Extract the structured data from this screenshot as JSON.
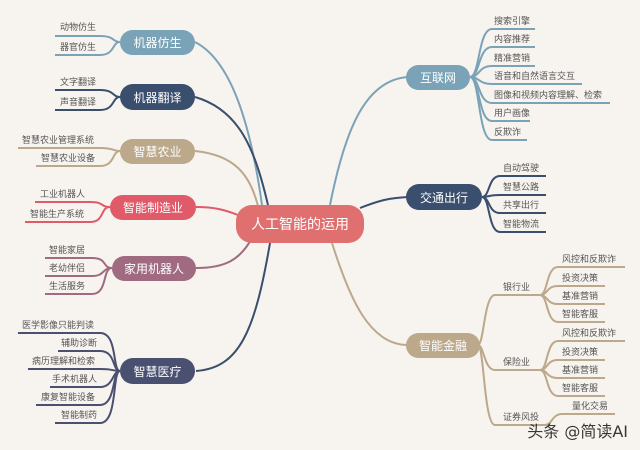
{
  "colors": {
    "background": "#f7f3ee",
    "root": "#e07070",
    "bionics": "#7aa3b8",
    "translation": "#3a4e6e",
    "agriculture": "#bca88a",
    "manufacturing": "#e05a6a",
    "home_robot": "#a06a80",
    "medical": "#4a5070",
    "internet": "#7aa3b8",
    "transport": "#3a4e6e",
    "finance": "#bca88a"
  },
  "root": {
    "label": "人工智能的运用"
  },
  "left": {
    "bionics": {
      "label": "机器仿生",
      "children": [
        "动物仿生",
        "器官仿生"
      ]
    },
    "translation": {
      "label": "机器翻译",
      "children": [
        "文字翻译",
        "声音翻译"
      ]
    },
    "agriculture": {
      "label": "智慧农业",
      "children": [
        "智慧农业管理系统",
        "智慧农业设备"
      ]
    },
    "manufacturing": {
      "label": "智能制造业",
      "children": [
        "工业机器人",
        "智能生产系统"
      ]
    },
    "home_robot": {
      "label": "家用机器人",
      "children": [
        "智能家居",
        "老幼伴侣",
        "生活服务"
      ]
    },
    "medical": {
      "label": "智慧医疗",
      "children": [
        "医学影像只能判读",
        "辅助诊断",
        "病历理解和检索",
        "手术机器人",
        "康复智能设备",
        "智能制药"
      ]
    }
  },
  "right": {
    "internet": {
      "label": "互联网",
      "children": [
        "搜索引擎",
        "内容推荐",
        "精准营销",
        "语音和自然语言交互",
        "图像和视频内容理解、检索",
        "用户画像",
        "反欺诈"
      ]
    },
    "transport": {
      "label": "交通出行",
      "children": [
        "自动驾驶",
        "智慧公路",
        "共享出行",
        "智能物流"
      ]
    },
    "finance": {
      "label": "智能金融",
      "banking": {
        "label": "银行业",
        "children": [
          "风控和反欺诈",
          "投资决策",
          "基准营销",
          "智能客服"
        ]
      },
      "insurance": {
        "label": "保险业",
        "children": [
          "风控和反欺诈",
          "投资决策",
          "基准营销",
          "智能客服"
        ]
      },
      "securities": {
        "label": "证券风投",
        "children": [
          "量化交易"
        ]
      }
    }
  },
  "watermark": "头条 @简读AI"
}
